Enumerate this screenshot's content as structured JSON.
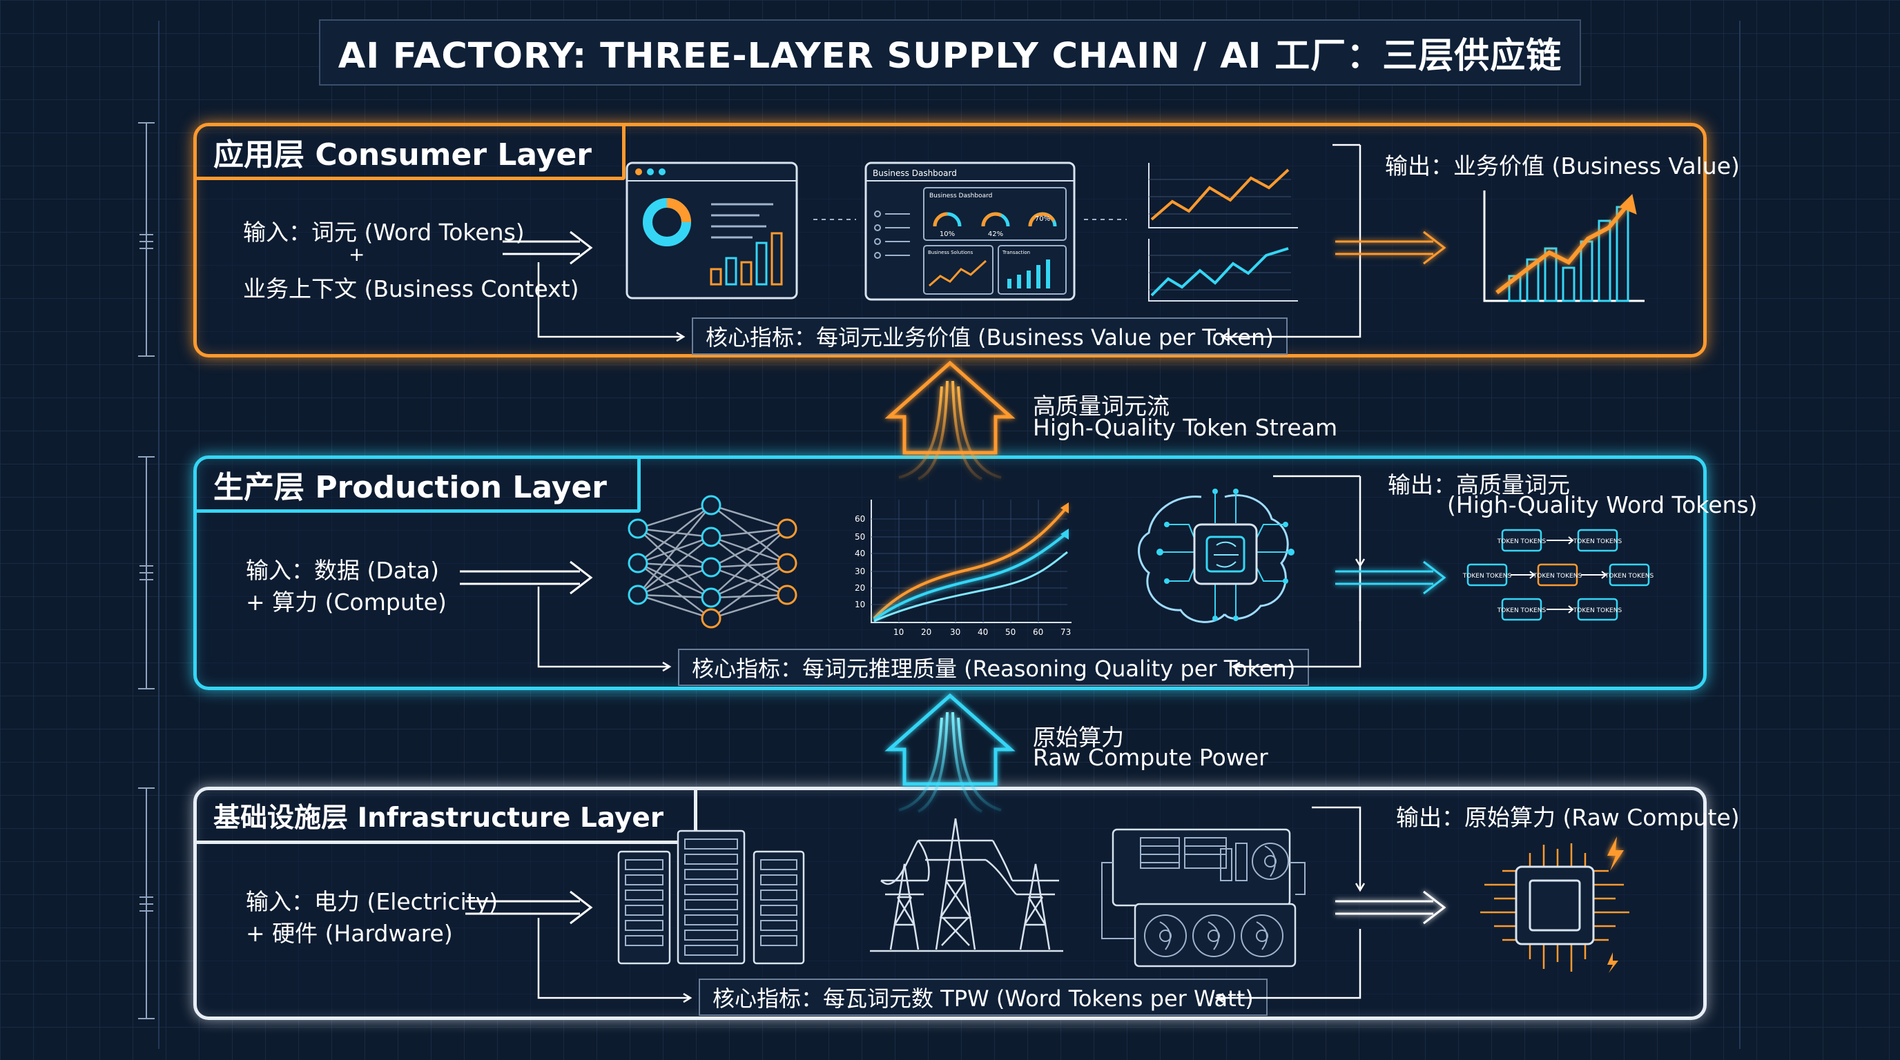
{
  "title": "AI FACTORY: THREE-LAYER SUPPLY CHAIN / AI 工厂：三层供应链",
  "colors": {
    "consumer": "#ff9a2e",
    "production": "#35d6f5",
    "infrastructure": "#e8eef6",
    "background": "#0d1b2e"
  },
  "consumer": {
    "name": "应用层 Consumer Layer",
    "input_line1": "输入：词元 (Word Tokens)",
    "input_plus": "+",
    "input_line2": "业务上下文 (Business Context)",
    "output": "输出：业务价值 (Business Value)",
    "kpi": "核心指标：每词元业务价值 (Business Value per Token)",
    "dashboard_title": "Business Dashboard",
    "dashboard_subtitle": "Business Dashboard",
    "gauge_labels": [
      "10%",
      "42%",
      "70%"
    ],
    "mini_chart_labels": [
      "Business Solutions",
      "Transaction"
    ]
  },
  "flow_upper": {
    "zh": "高质量词元流",
    "en": "High-Quality Token Stream"
  },
  "production": {
    "name": "生产层 Production Layer",
    "input_line1": "输入：数据 (Data)",
    "input_line2": "+ 算力 (Compute)",
    "output_line1": "输出：高质量词元",
    "output_line2": "(High-Quality Word Tokens)",
    "kpi": "核心指标：每词元推理质量 (Reasoning Quality per Token)",
    "token_label": "TOKEN TOKENS",
    "chart_y_ticks": [
      "60",
      "50",
      "40",
      "30",
      "20",
      "10"
    ],
    "chart_x_ticks": [
      "10",
      "20",
      "30",
      "40",
      "50",
      "60",
      "73"
    ]
  },
  "flow_lower": {
    "zh": "原始算力",
    "en": "Raw Compute Power"
  },
  "infrastructure": {
    "name": "基础设施层 Infrastructure Layer",
    "input_line1": "输入：电力 (Electricity)",
    "input_line2": "+ 硬件 (Hardware)",
    "output": "输出：原始算力 (Raw Compute)",
    "kpi": "核心指标：每瓦词元数 TPW (Word Tokens per Watt)"
  }
}
